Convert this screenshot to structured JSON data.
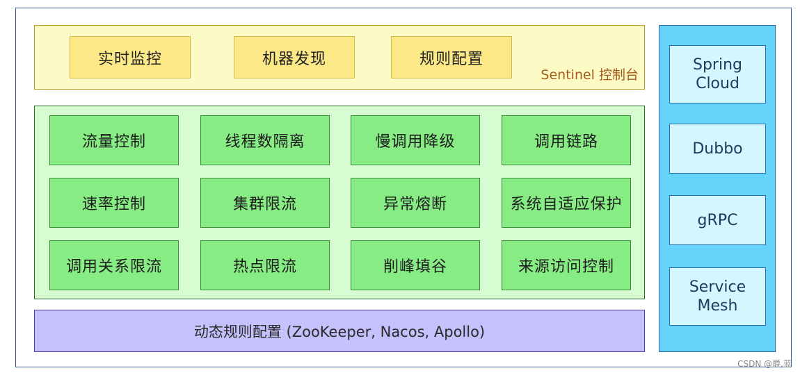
{
  "console": {
    "modules": [
      "实时监控",
      "机器发现",
      "规则配置"
    ],
    "label": "Sentinel 控制台"
  },
  "features": [
    [
      "流量控制",
      "线程数隔离",
      "慢调用降级",
      "调用链路"
    ],
    [
      "速率控制",
      "集群限流",
      "异常熔断",
      "系统自适应保护"
    ],
    [
      "调用关系限流",
      "热点限流",
      "削峰填谷",
      "来源访问控制"
    ]
  ],
  "dynamic_config": "动态规则配置 (ZooKeeper, Nacos, Apollo)",
  "integrations": [
    "Spring Cloud",
    "Dubbo",
    "gRPC",
    "Service Mesh"
  ],
  "watermark": "CSDN @爵.蓝",
  "colors": {
    "console_bg": "#fdfbc5",
    "console_box": "#fde887",
    "features_bg": "#d8fcd2",
    "feature_box": "#86ec83",
    "dynamic_bg": "#c6c1fc",
    "integrations_bg": "#66d3fb",
    "integration_box": "#d4f6ff"
  }
}
